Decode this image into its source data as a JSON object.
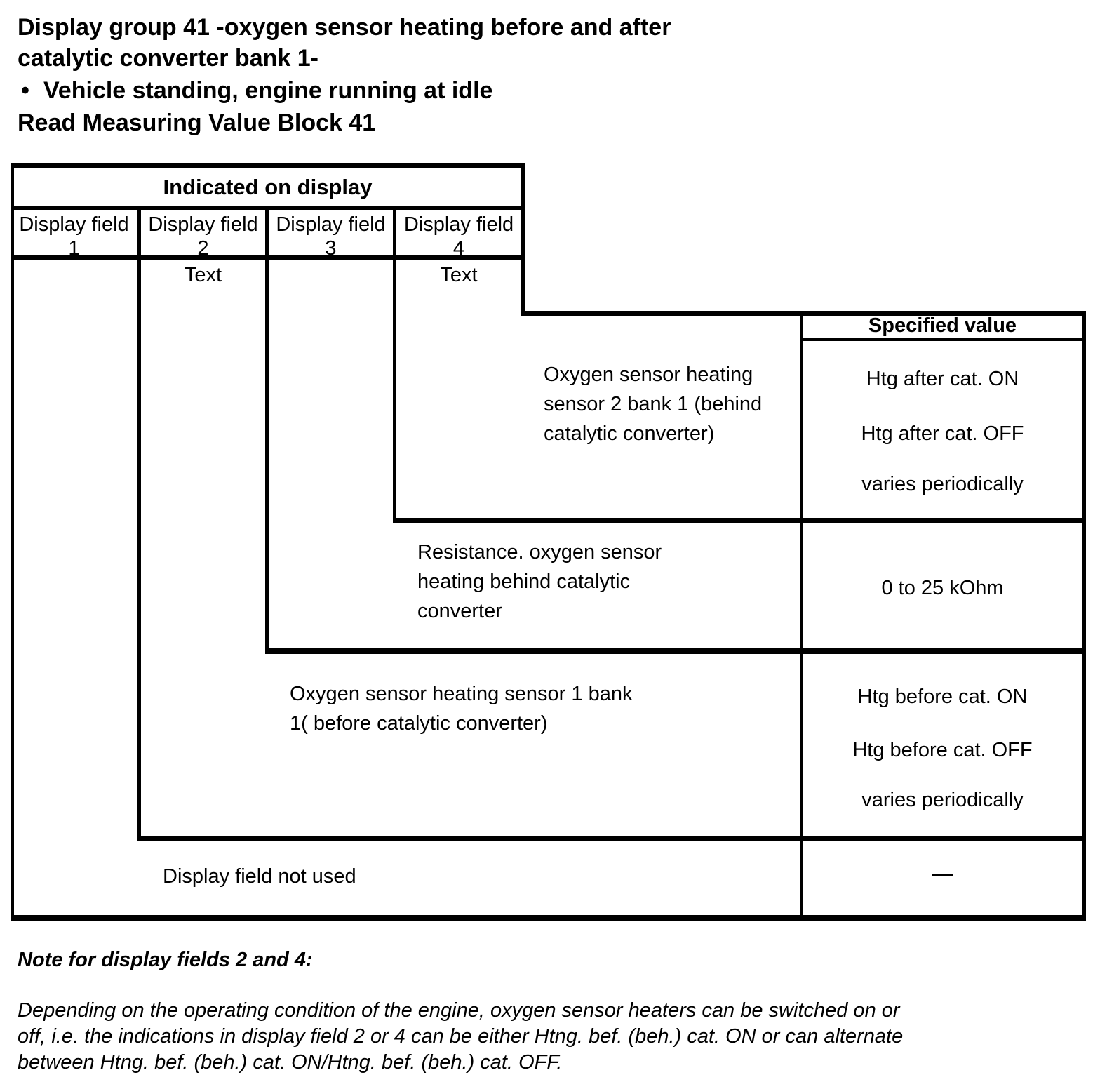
{
  "page": {
    "title_line1": "Display group 41 -oxygen sensor heating before and after",
    "title_line2": "catalytic converter bank 1-",
    "bullet_glyph": "•",
    "bullet_text": "Vehicle standing, engine running at idle",
    "subtitle": "Read Measuring Value Block 41"
  },
  "table": {
    "header": "Indicated on display",
    "columns": [
      {
        "label": "Display field",
        "number": "1"
      },
      {
        "label": "Display field",
        "number": "2"
      },
      {
        "label": "Display field",
        "number": "3"
      },
      {
        "label": "Display field",
        "number": "4"
      }
    ],
    "text_labels": [
      "Text",
      "Text"
    ],
    "specified_value_header": "Specified value",
    "rows": [
      {
        "display_field": "4",
        "description_lines": [
          "Oxygen sensor heating",
          "sensor 2 bank 1 (behind",
          "catalytic converter)"
        ],
        "values": [
          "Htg after cat. ON",
          "Htg after cat. OFF",
          "varies periodically"
        ]
      },
      {
        "display_field": "3",
        "description_lines": [
          "Resistance. oxygen sensor",
          "heating behind catalytic",
          "converter"
        ],
        "values": [
          "0 to 25 kOhm"
        ]
      },
      {
        "display_field": "2",
        "description_lines": [
          "Oxygen sensor heating sensor 1 bank",
          "1( before catalytic converter)"
        ],
        "values": [
          "Htg before cat. ON",
          "Htg before cat. OFF",
          "varies periodically"
        ]
      },
      {
        "display_field": "1",
        "description_lines": [
          "Display field not used"
        ],
        "values": [
          "—"
        ]
      }
    ]
  },
  "note": {
    "heading": "Note for display fields 2 and 4:",
    "body_lines": [
      "Depending on the operating condition of the engine, oxygen sensor heaters can be switched on or",
      "off, i.e. the indications in display field 2 or 4 can be either Htng. bef. (beh.) cat. ON or can alternate",
      "between Htng. bef. (beh.) cat. ON/Htng. bef. (beh.) cat. OFF."
    ]
  },
  "colors": {
    "ink": "#000000",
    "paper": "#ffffff"
  }
}
